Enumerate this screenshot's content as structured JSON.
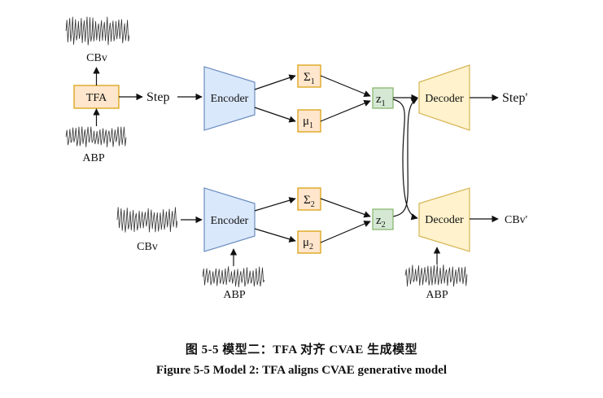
{
  "labels": {
    "tfa": "TFA",
    "step": "Step",
    "encoder1": "Encoder",
    "encoder2": "Encoder",
    "sigma1": "Σ",
    "sigma1_sub": "1",
    "mu1": "μ",
    "mu1_sub": "1",
    "sigma2": "Σ",
    "sigma2_sub": "2",
    "mu2": "μ",
    "mu2_sub": "2",
    "z1": "z",
    "z1_sub": "1",
    "z2": "z",
    "z2_sub": "2",
    "decoder1": "Decoder",
    "decoder2": "Decoder",
    "step_out": "Step'",
    "cbv_out": "CBv'",
    "cbv_top": "CBv",
    "abp_left": "ABP",
    "cbv_mid": "CBv",
    "abp_enc2": "ABP",
    "abp_dec2": "ABP"
  },
  "caption": {
    "chinese": "图 5-5    模型二：TFA 对齐 CVAE 生成模型",
    "english": "Figure 5-5     Model 2: TFA aligns CVAE generative model"
  },
  "colors": {
    "encoder_fill": "#dae8fc",
    "encoder_stroke": "#6c8ebf",
    "decoder_fill": "#fff2cc",
    "decoder_stroke": "#d6b656",
    "tfa_fill": "#ffe6cc",
    "tfa_stroke": "#d79b00",
    "param_fill": "#ffe6cc",
    "param_stroke": "#d79b00",
    "z_fill": "#d5e8d4",
    "z_stroke": "#82b366"
  }
}
